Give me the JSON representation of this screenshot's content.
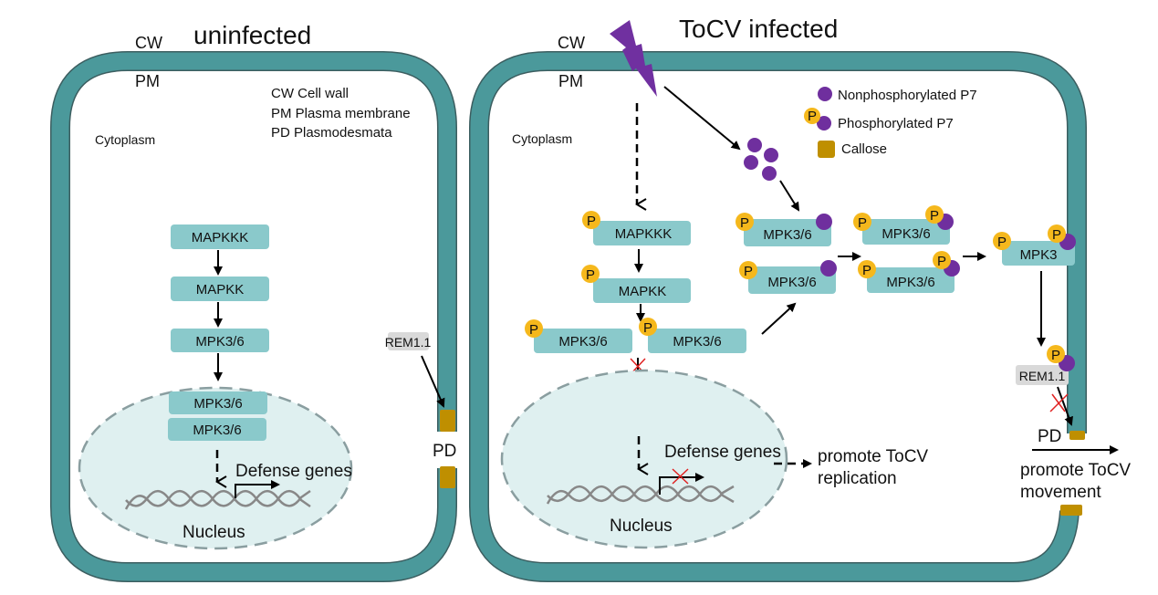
{
  "titles": {
    "left": "uninfected",
    "right": "ToCV infected"
  },
  "labels": {
    "cw": "CW",
    "pm": "PM",
    "cytoplasm": "Cytoplasm",
    "nucleus": "Nucleus",
    "pd": "PD",
    "defense_genes": "Defense genes",
    "rem": "REM1.1",
    "p": "P"
  },
  "abbreviations": [
    "CW Cell wall",
    "PM Plasma membrane",
    "PD  Plasmodesmata"
  ],
  "legend": [
    {
      "icon": "nonphosphorylated-p7-icon",
      "label": "Nonphosphorylated P7"
    },
    {
      "icon": "phosphorylated-p7-icon",
      "label": "Phosphorylated P7"
    },
    {
      "icon": "callose-icon",
      "label": "Callose"
    }
  ],
  "left_cascade": [
    "MAPKKK",
    "MAPKK",
    "MPK3/6",
    "MPK3/6",
    "MPK3/6"
  ],
  "right_cascade": {
    "mapkkk": "MAPKKK",
    "mapkk": "MAPKK",
    "mpk_a": "MPK3/6",
    "mpk_b": "MPK3/6",
    "p7_bound_1": "MPK3/6",
    "p7_bound_2": "MPK3/6",
    "p7_phos_1": "MPK3/6",
    "p7_phos_2": "MPK3/6",
    "mpk3": "MPK3"
  },
  "outcomes": {
    "replication_line1": "promote ToCV",
    "replication_line2": "replication",
    "movement_line1": "promote ToCV",
    "movement_line2": "movement"
  },
  "colors": {
    "cell_wall": "#4b999b",
    "box": "#8ac9cb",
    "phosphate": "#f5b81c",
    "p7": "#6f2f9e",
    "callose": "#bf8f00",
    "nucleus": "#dff0f0",
    "inhibit": "#e02020"
  }
}
